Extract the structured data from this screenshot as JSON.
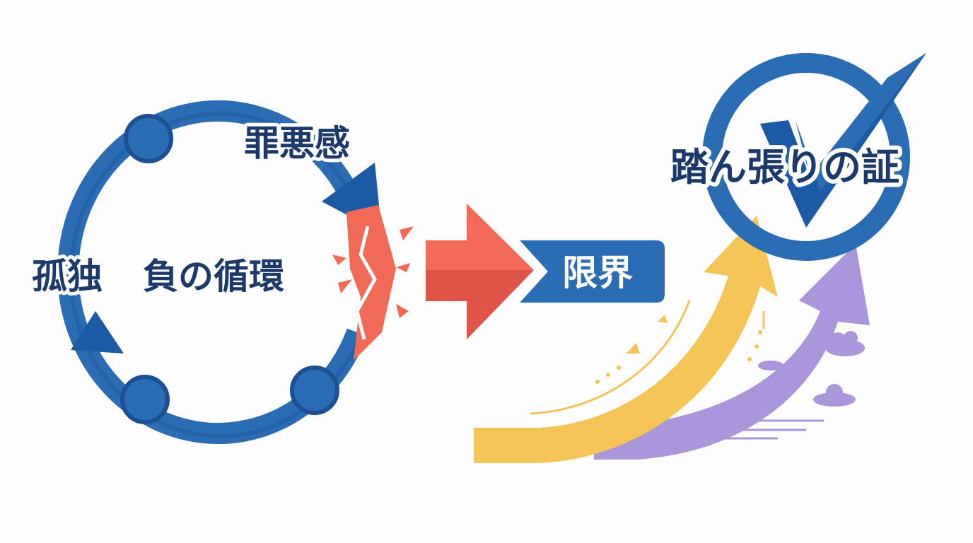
{
  "left_cycle": {
    "label_guilt": "罪悪感",
    "label_isolation": "孤独",
    "label_cycle": "負の循環"
  },
  "middle": {
    "label_limit": "限界"
  },
  "right": {
    "label_proof": "踏ん張りの証"
  },
  "colors": {
    "blue": "#2a6db5",
    "dark_blue": "#1d4f93",
    "navy_text": "#1b3a6b",
    "red": "#f06a55",
    "red_dark": "#e05448",
    "yellow": "#f5c457",
    "purple": "#a996db"
  }
}
